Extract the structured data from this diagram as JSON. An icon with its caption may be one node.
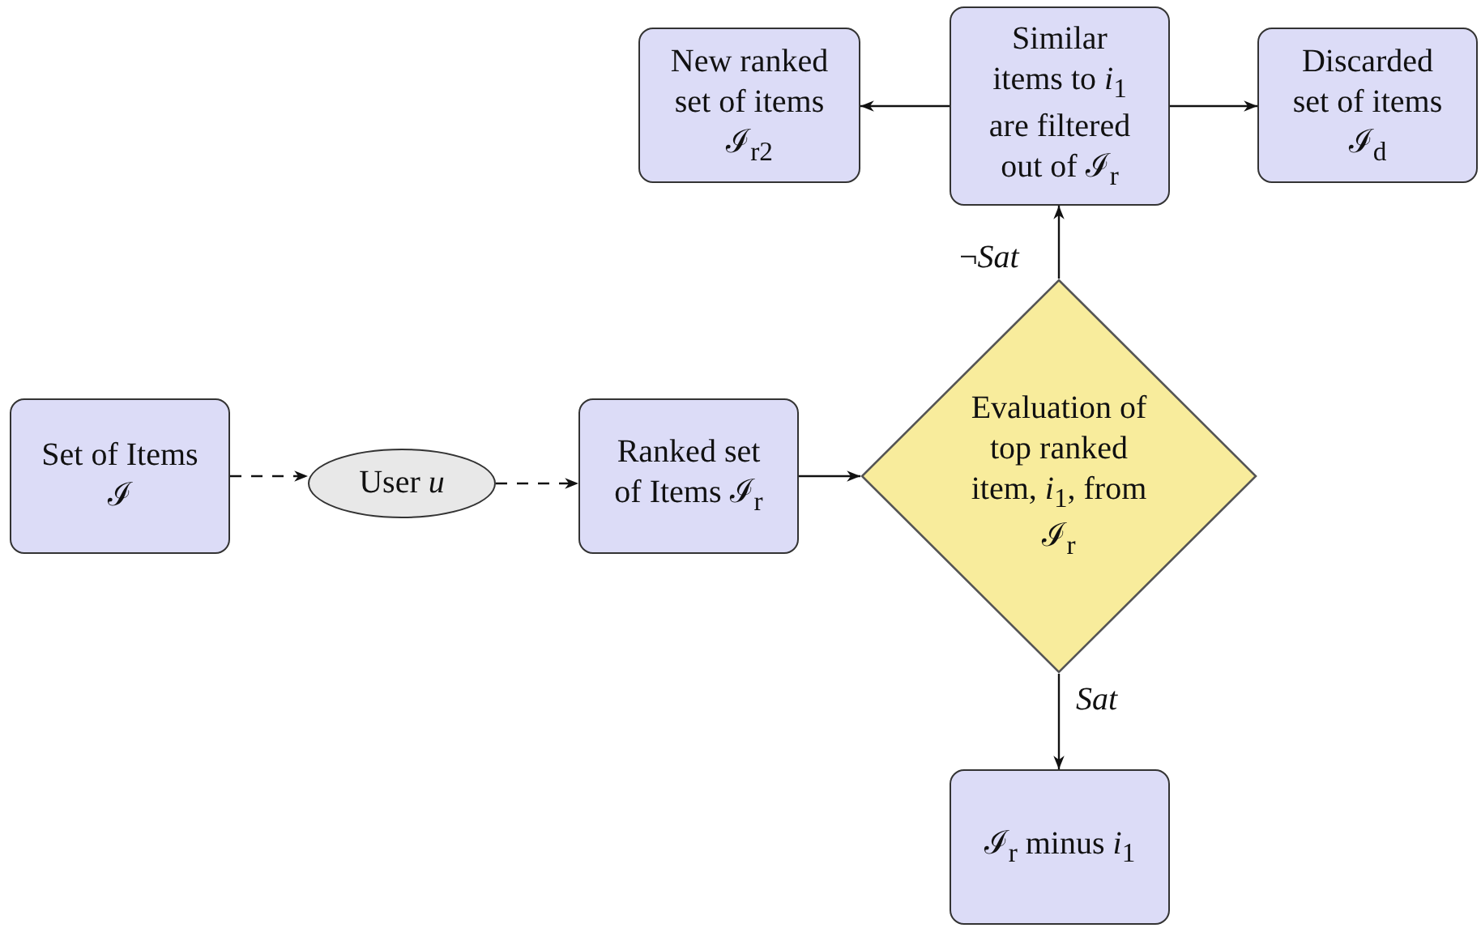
{
  "diagram": {
    "nodes": [
      {
        "text": [
          "Set of Items ℐ"
        ]
      },
      {
        "text": [
          "User *u*"
        ]
      },
      {
        "text": [
          "Ranked set of Items ℐ$_{r}$"
        ]
      },
      {
        "text": [
          "Evaluation of top ranked item, *i*$_{1}$, from ℐ$_{r}$"
        ]
      },
      {
        "text": [
          "Similar items to *i*$_{1}$ are filtered out of ℐ$_{r}$"
        ]
      },
      {
        "text": [
          "New ranked set of items ℐ$_{r2}$"
        ]
      },
      {
        "text": [
          "Discarded set of items ℐ$_{d}$"
        ]
      },
      {
        "text": [
          "ℐ$_{r}$ minus *i*$_{1}$"
        ]
      }
    ],
    "edges": [
      {
        "from": 0,
        "to": 1,
        "arrow": "to",
        "style": "dashed"
      },
      {
        "from": 1,
        "to": 2,
        "arrow": "to",
        "style": "dashed"
      },
      {
        "from": 2,
        "to": 3,
        "arrow": "to"
      },
      {
        "from": 3,
        "to": 4,
        "arrow": "to",
        "label": "¬*Sat*"
      },
      {
        "from": 4,
        "to": 5,
        "arrow": "to"
      },
      {
        "from": 4,
        "to": 6,
        "arrow": "to"
      },
      {
        "from": 3,
        "to": 7,
        "arrow": "to",
        "label": "*Sat*"
      }
    ]
  }
}
